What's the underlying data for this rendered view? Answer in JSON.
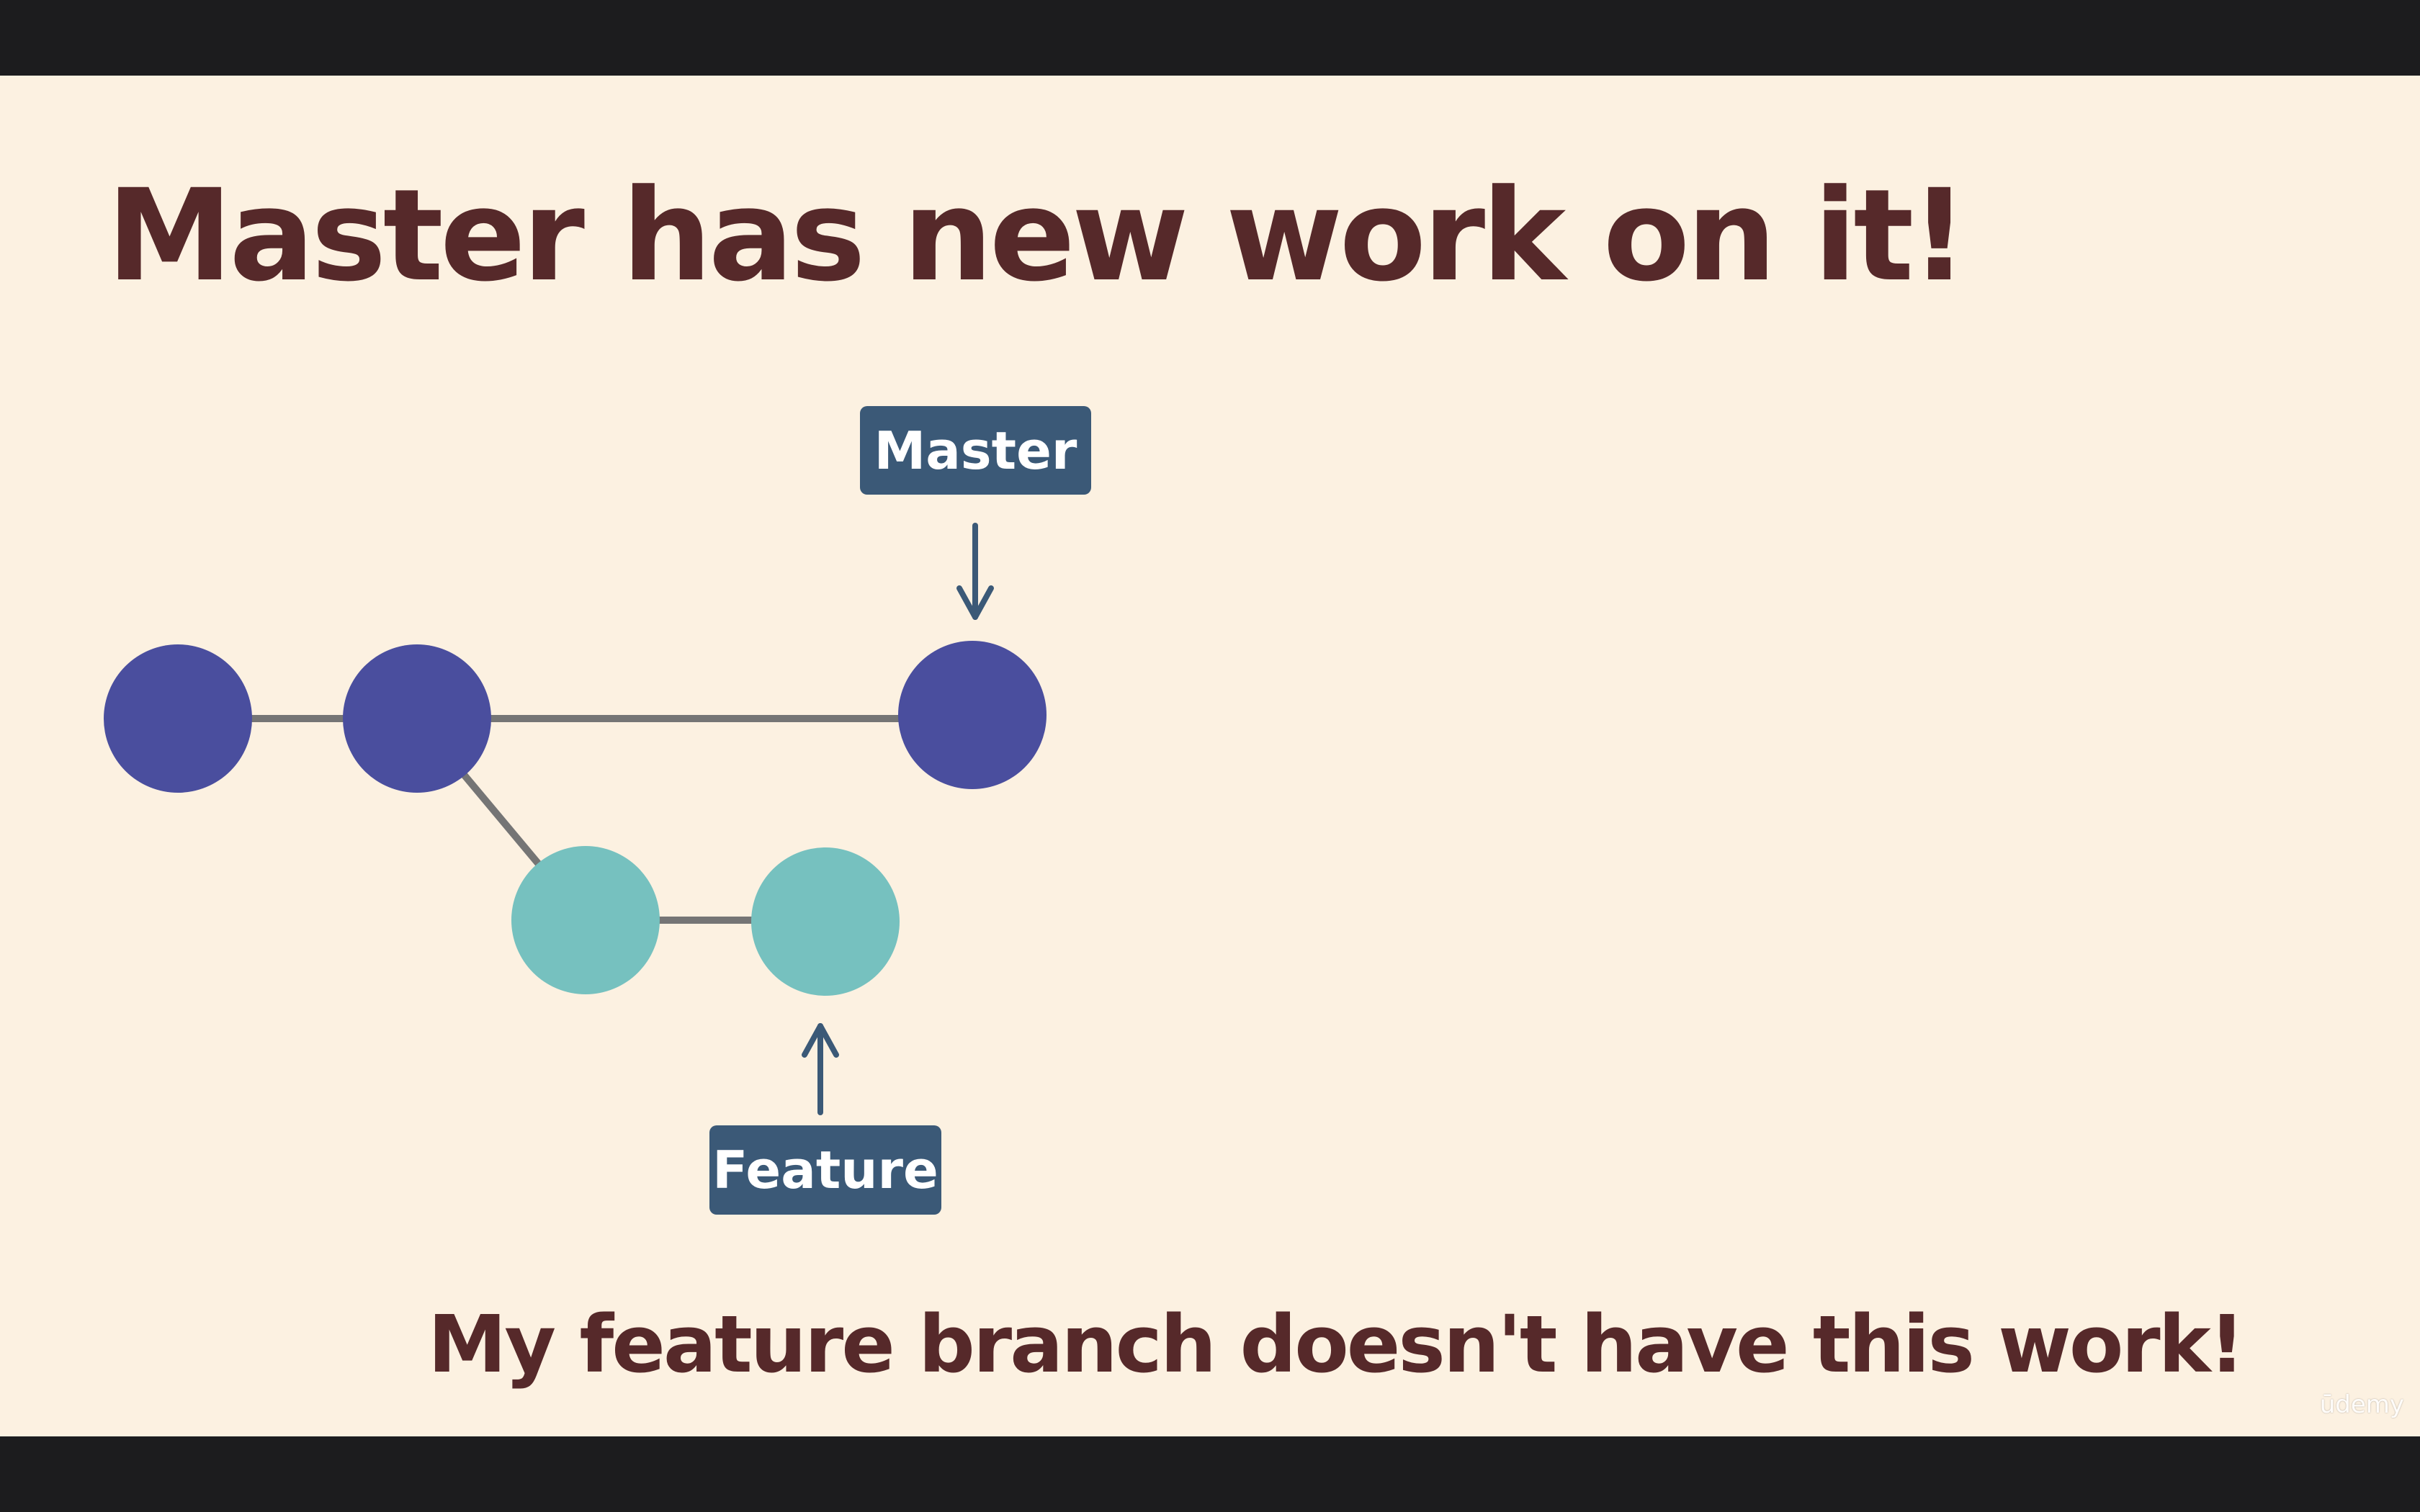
{
  "slide": {
    "title": "Master has new work on it!",
    "caption": "My feature branch doesn't have this work!",
    "watermark": "ūdemy"
  },
  "diagram": {
    "branches": [
      {
        "label": "Master",
        "color": "#4a4e9e",
        "commits": 3
      },
      {
        "label": "Feature",
        "color": "#76c1bf",
        "commits": 2
      }
    ],
    "label_color": "#3b5977",
    "edge_color": "#757575"
  },
  "colors": {
    "background": "#fcf1e1",
    "text": "#56292a",
    "letterbox": "#1c1c1e"
  }
}
